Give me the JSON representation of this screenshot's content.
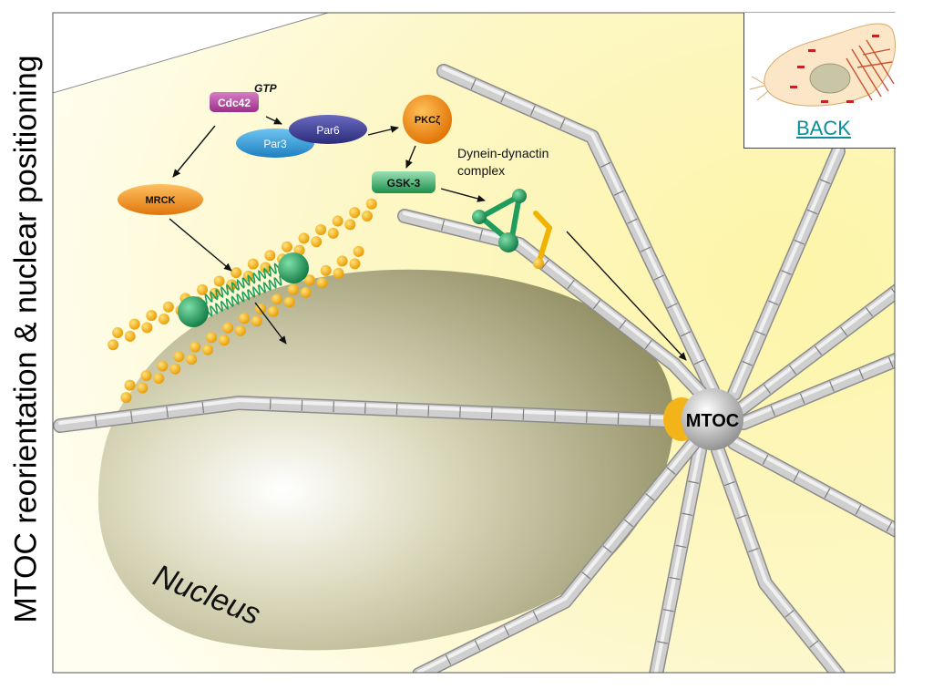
{
  "side_title": "MTOC reorientation & nuclear positioning",
  "back_link": "BACK",
  "labels": {
    "cdc42": "Cdc42",
    "gtp": "GTP",
    "par6": "Par6",
    "par3": "Par3",
    "pkc": "PKCζ",
    "gsk3": "GSK-3",
    "mrck": "MRCK",
    "dynein_line1": "Dynein-dynactin",
    "dynein_line2": "complex",
    "mtoc": "MTOC",
    "nucleus": "Nucleus"
  },
  "colors": {
    "background": "#fdf8c4",
    "nucleus": "#c9c7a2",
    "actin": "#f7b50c",
    "myosin": "#1e9e5e",
    "microtubule": "#bdbdbd",
    "cdc42": "#b44aa0",
    "par6": "#3f3f94",
    "par3": "#2a9ad6",
    "pkc": "#f08a16",
    "gsk3": "#27a55c",
    "mrck": "#ef8a1c",
    "link": "#0a8f9a"
  }
}
